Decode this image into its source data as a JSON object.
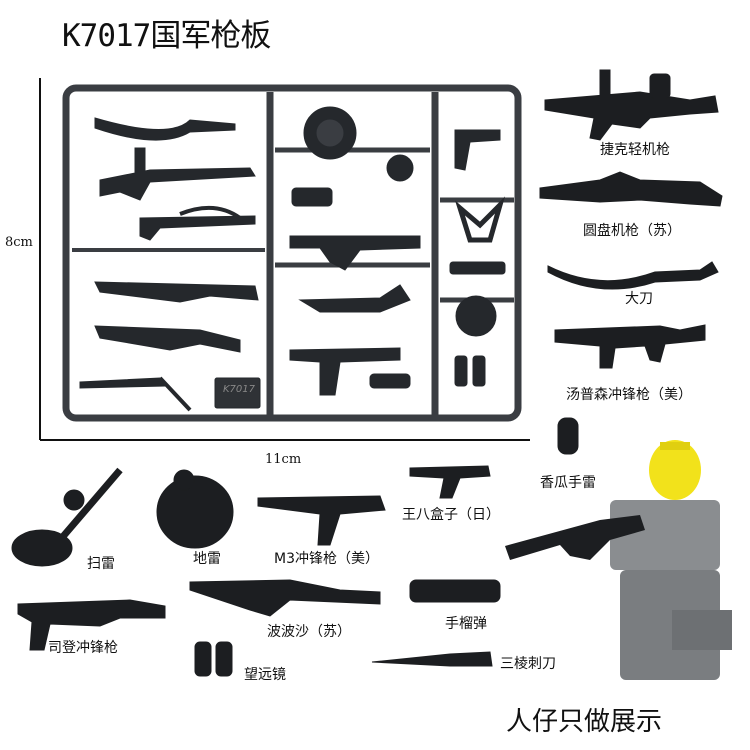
{
  "title": "K7017国军枪板",
  "dimensions": {
    "height": "8cm",
    "width": "11cm"
  },
  "labels": {
    "czech_lmg": "捷克轻机枪",
    "drum_mg": "圆盘机枪（苏）",
    "broadsword": "大刀",
    "thompson": "汤普森冲锋枪（美）",
    "grenade_pineapple": "香瓜手雷",
    "mauser": "王八盒子（日）",
    "mine_sweeper": "扫雷",
    "landmine": "地雷",
    "m3": "M3冲锋枪（美）",
    "sten": "司登冲锋枪",
    "ppsh": "波波沙（苏）",
    "grenade_stick": "手榴弹",
    "binoculars": "望远镜",
    "bayonet": "三棱刺刀"
  },
  "sprue_marking": "K7017",
  "footer": "人仔只做展示",
  "colors": {
    "sprue": "#3a3d42",
    "part": "#1c1e21",
    "figure_head": "#f2e21b",
    "figure_body": "#8a8d90"
  }
}
